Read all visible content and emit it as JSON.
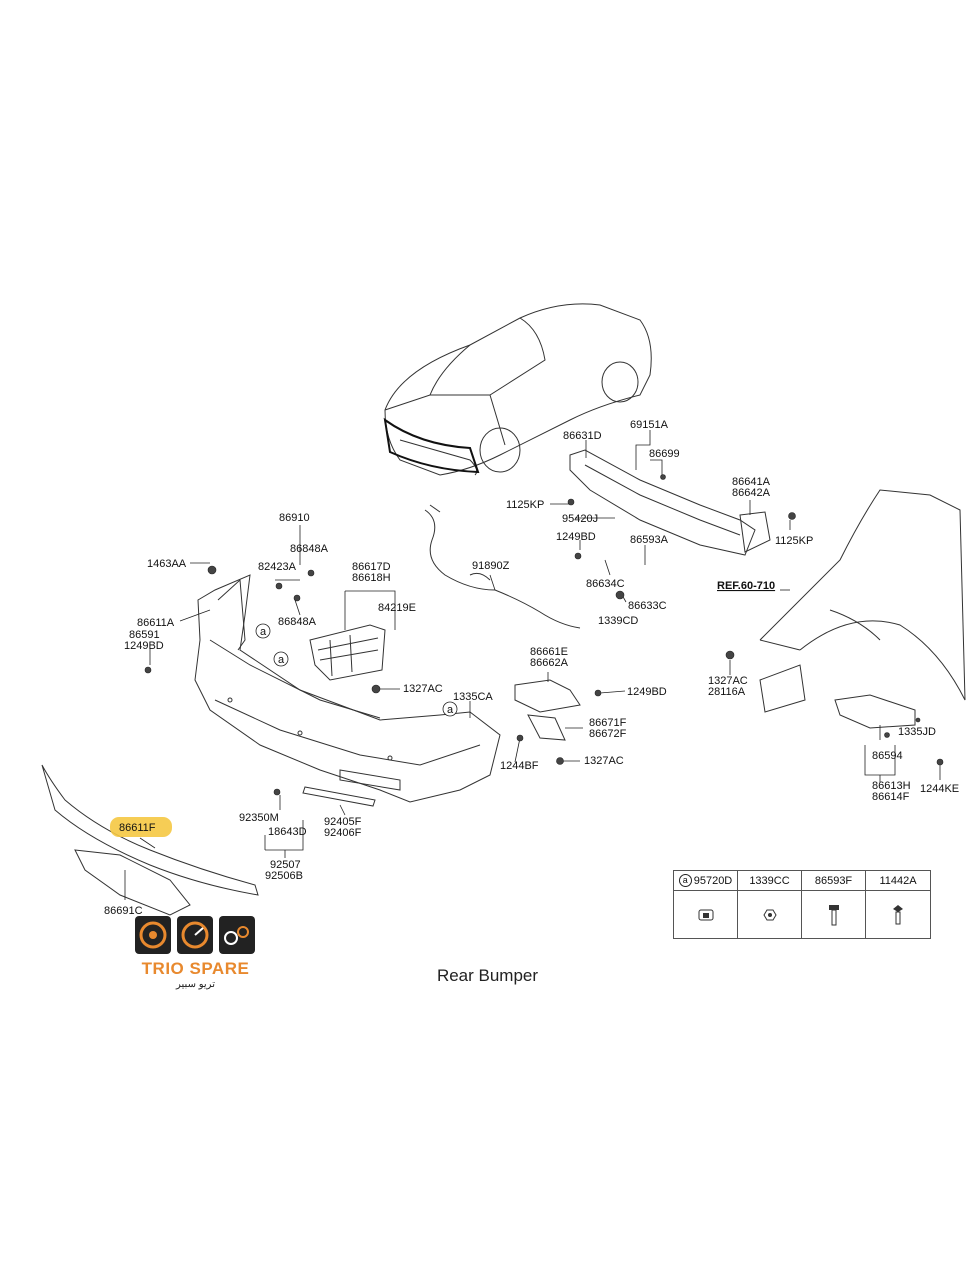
{
  "diagram": {
    "caption": "Rear Bumper",
    "brand": "TRIO SPARE",
    "brand_arabic": "تريو سبير",
    "highlight_color": "#f5c842",
    "accent_color": "#e8892e",
    "labels": {
      "p69151A": "69151A",
      "p86631D": "86631D",
      "p86699": "86699",
      "p86641A": "86641A",
      "p86642A": "86642A",
      "p1125KP_a": "1125KP",
      "p1125KP_b": "1125KP",
      "p95420J": "95420J",
      "p1249BD_a": "1249BD",
      "p86593A": "86593A",
      "pREF": "REF.60-710",
      "p86634C": "86634C",
      "p86633C": "86633C",
      "p1339CD": "1339CD",
      "p86910": "86910",
      "p86848A_a": "86848A",
      "p82423A": "82423A",
      "p86848A_b": "86848A",
      "p1463AA": "1463AA",
      "p86611A": "86611A",
      "p86591": "86591",
      "p1249BD_b": "1249BD",
      "p86617D": "86617D",
      "p86618H": "86618H",
      "p84219E": "84219E",
      "p91890Z": "91890Z",
      "p1327AC_a": "1327AC",
      "p86661E": "86661E",
      "p86662A": "86662A",
      "p1249BD_c": "1249BD",
      "p1335CA": "1335CA",
      "p86671F": "86671F",
      "p86672F": "86672F",
      "p1244BF": "1244BF",
      "p1327AC_b": "1327AC",
      "p1327AC_c": "1327AC",
      "p28116A": "28116A",
      "p1335JD": "1335JD",
      "p86594": "86594",
      "p86613H": "86613H",
      "p86614F": "86614F",
      "p1244KE": "1244KE",
      "p86611F": "86611F",
      "p92350M": "92350M",
      "p18643D": "18643D",
      "p92405F": "92405F",
      "p92406F": "92406F",
      "p92507": "92507",
      "p92506B": "92506B",
      "p86691C": "86691C",
      "callout_a": "a"
    },
    "legend": {
      "headers": [
        "95720D",
        "1339CC",
        "86593F",
        "11442A"
      ],
      "first_marker": "a"
    }
  }
}
